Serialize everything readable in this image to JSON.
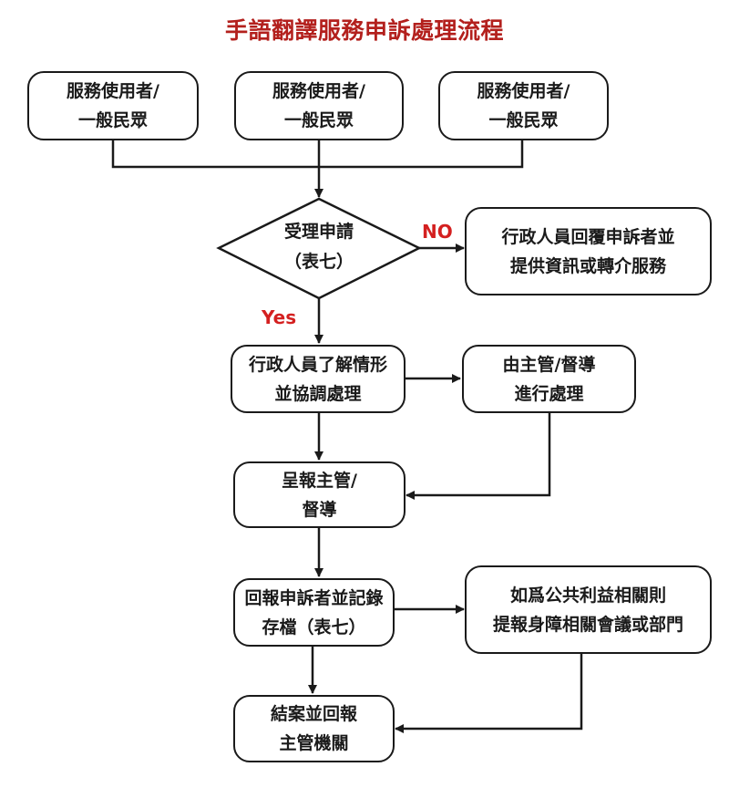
{
  "title": "手語翻譯服務申訴處理流程",
  "colors": {
    "title": "#b3201d",
    "branch_label": "#d42020",
    "stroke": "#1a1a1a"
  },
  "nodes": {
    "user1": {
      "line1": "服務使用者/",
      "line2": "一般民眾"
    },
    "user2": {
      "line1": "服務使用者/",
      "line2": "一般民眾"
    },
    "user3": {
      "line1": "服務使用者/",
      "line2": "一般民眾"
    },
    "decision": {
      "line1": "受理申請",
      "line2": "（表七）"
    },
    "reject": {
      "line1": "行政人員回覆申訴者並",
      "line2": "提供資訊或轉介服務"
    },
    "understand": {
      "line1": "行政人員了解情形",
      "line2": "並協調處理"
    },
    "supervisor_handle": {
      "line1": "由主管/督導",
      "line2": "進行處理"
    },
    "report_supervisor": {
      "line1": "呈報主管/",
      "line2": "督導"
    },
    "record": {
      "line1": "回報申訴者並記錄",
      "line2": "存檔（表七）"
    },
    "public_interest": {
      "line1": "如爲公共利益相關則",
      "line2": "提報身障相關會議或部門"
    },
    "close": {
      "line1": "結案並回報",
      "line2": "主管機關"
    }
  },
  "branches": {
    "no": "NO",
    "yes": "Yes"
  }
}
